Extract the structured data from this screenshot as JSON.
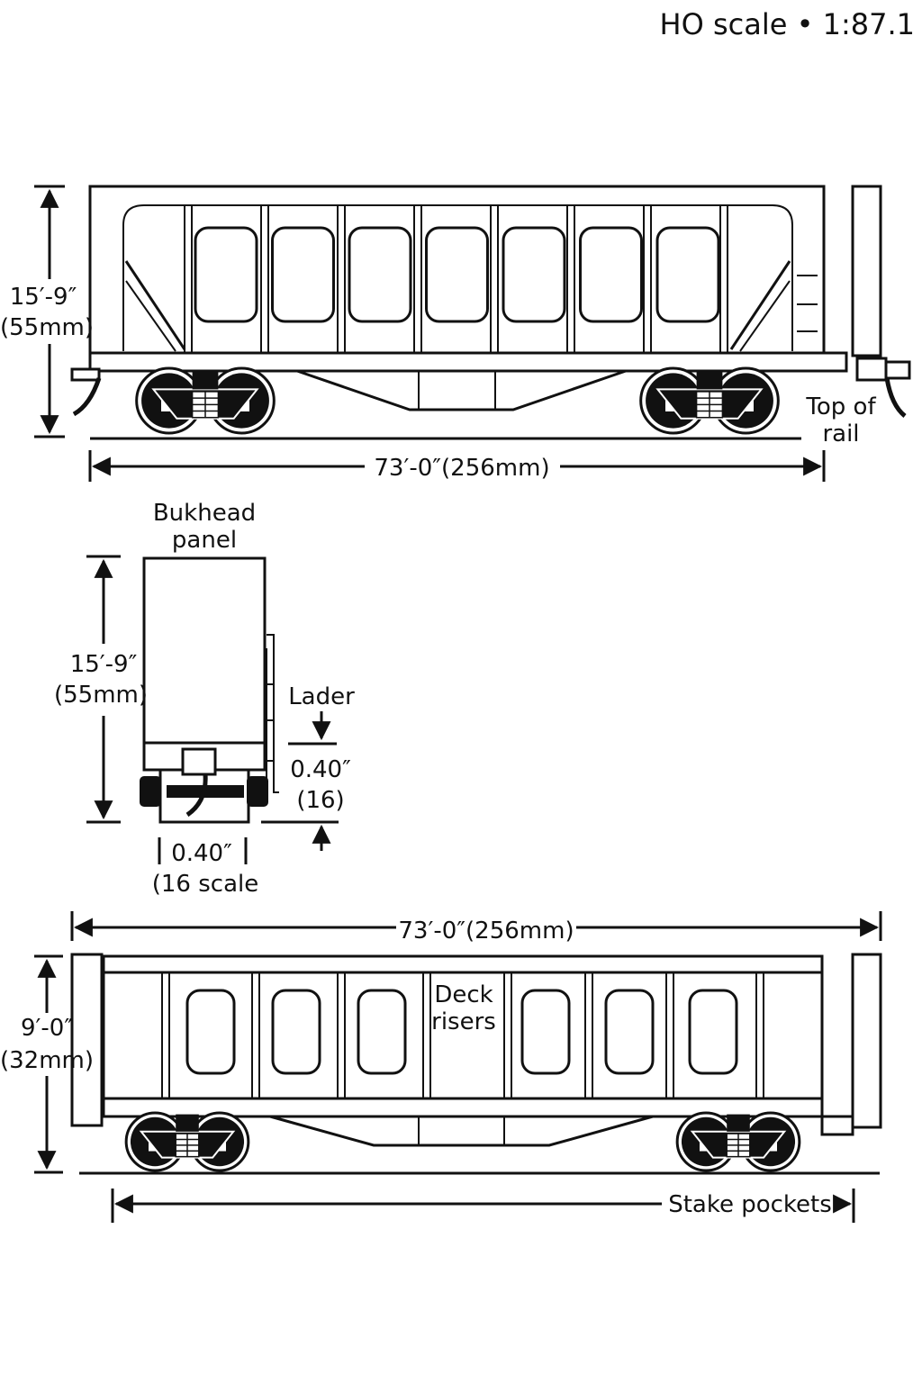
{
  "header": {
    "scale": "HO scale • 1:87.1"
  },
  "side_elevation": {
    "height_ft": "15′-9″",
    "height_mm": "(55mm)",
    "rail_label_1": "Top of",
    "rail_label_2": "rail",
    "length": "73′-0″(256mm)",
    "window_count": 7
  },
  "end_view": {
    "title_1": "Bukhead",
    "title_2": "panel",
    "height_ft": "15′-9″",
    "height_mm": "(55mm)",
    "ladder_label": "Lader",
    "step_in": "0.40″",
    "step_scale": "(16)",
    "width_in": "0.40″",
    "width_scale": "(16 scale"
  },
  "lower_elevation": {
    "length": "73′-0″(256mm)",
    "height_ft": "9′-0″",
    "height_mm": "(32mm)",
    "deck_label_1": "Deck",
    "deck_label_2": "risers",
    "stake_label": "Stake pockets",
    "window_count": 6
  },
  "colors": {
    "ink": "#111111",
    "paper": "#ffffff"
  }
}
